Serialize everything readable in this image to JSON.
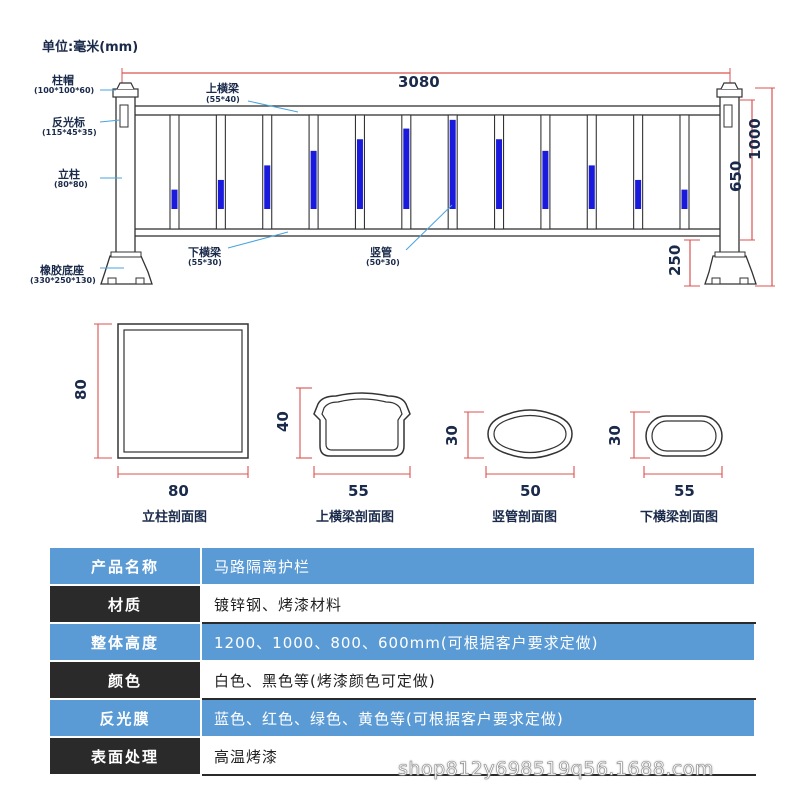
{
  "unit_label": "单位:毫米(mm)",
  "fence": {
    "total_length": "3080",
    "height_total": "1000",
    "height_upper": "650",
    "height_base": "250",
    "labels": {
      "post_cap": "柱帽",
      "post_cap_size": "(100*100*60)",
      "reflector": "反光标",
      "reflector_size": "(115*45*35)",
      "post": "立柱",
      "post_size": "(80*80)",
      "base": "橡胶底座",
      "base_size": "(330*250*130)",
      "top_rail": "上横梁",
      "top_rail_size": "(55*40)",
      "bottom_rail": "下横梁",
      "bottom_rail_size": "(55*30)",
      "picket": "竖管",
      "picket_size": "(50*30)"
    },
    "picket_fill_levels": [
      0.2,
      0.3,
      0.45,
      0.6,
      0.72,
      0.83,
      0.92,
      0.72,
      0.6,
      0.45,
      0.3,
      0.2
    ],
    "accent_color": "#1a1adc"
  },
  "sections": [
    {
      "width": "80",
      "height": "80",
      "caption": "立柱剖面图"
    },
    {
      "width": "55",
      "height": "40",
      "caption": "上横梁剖面图"
    },
    {
      "width": "50",
      "height": "30",
      "caption": "竖管剖面图"
    },
    {
      "width": "55",
      "height": "30",
      "caption": "下横梁剖面图"
    }
  ],
  "spec_table": [
    {
      "key": "产品名称",
      "value": "马路隔离护栏"
    },
    {
      "key": "材质",
      "value": "镀锌钢、烤漆材料"
    },
    {
      "key": "整体高度",
      "value": "1200、1000、800、600mm(可根据客户要求定做)"
    },
    {
      "key": "颜色",
      "value": "白色、黑色等(烤漆颜色可定做)"
    },
    {
      "key": "反光膜",
      "value": "蓝色、红色、绿色、黄色等(可根据客户要求定做)"
    },
    {
      "key": "表面处理",
      "value": "高温烤漆"
    }
  ],
  "watermark": "shop812y698519q56.1688.com",
  "colors": {
    "table_blue": "#5b9bd5",
    "table_dark": "#2a2a2a",
    "dim_red": "#d9534f"
  }
}
